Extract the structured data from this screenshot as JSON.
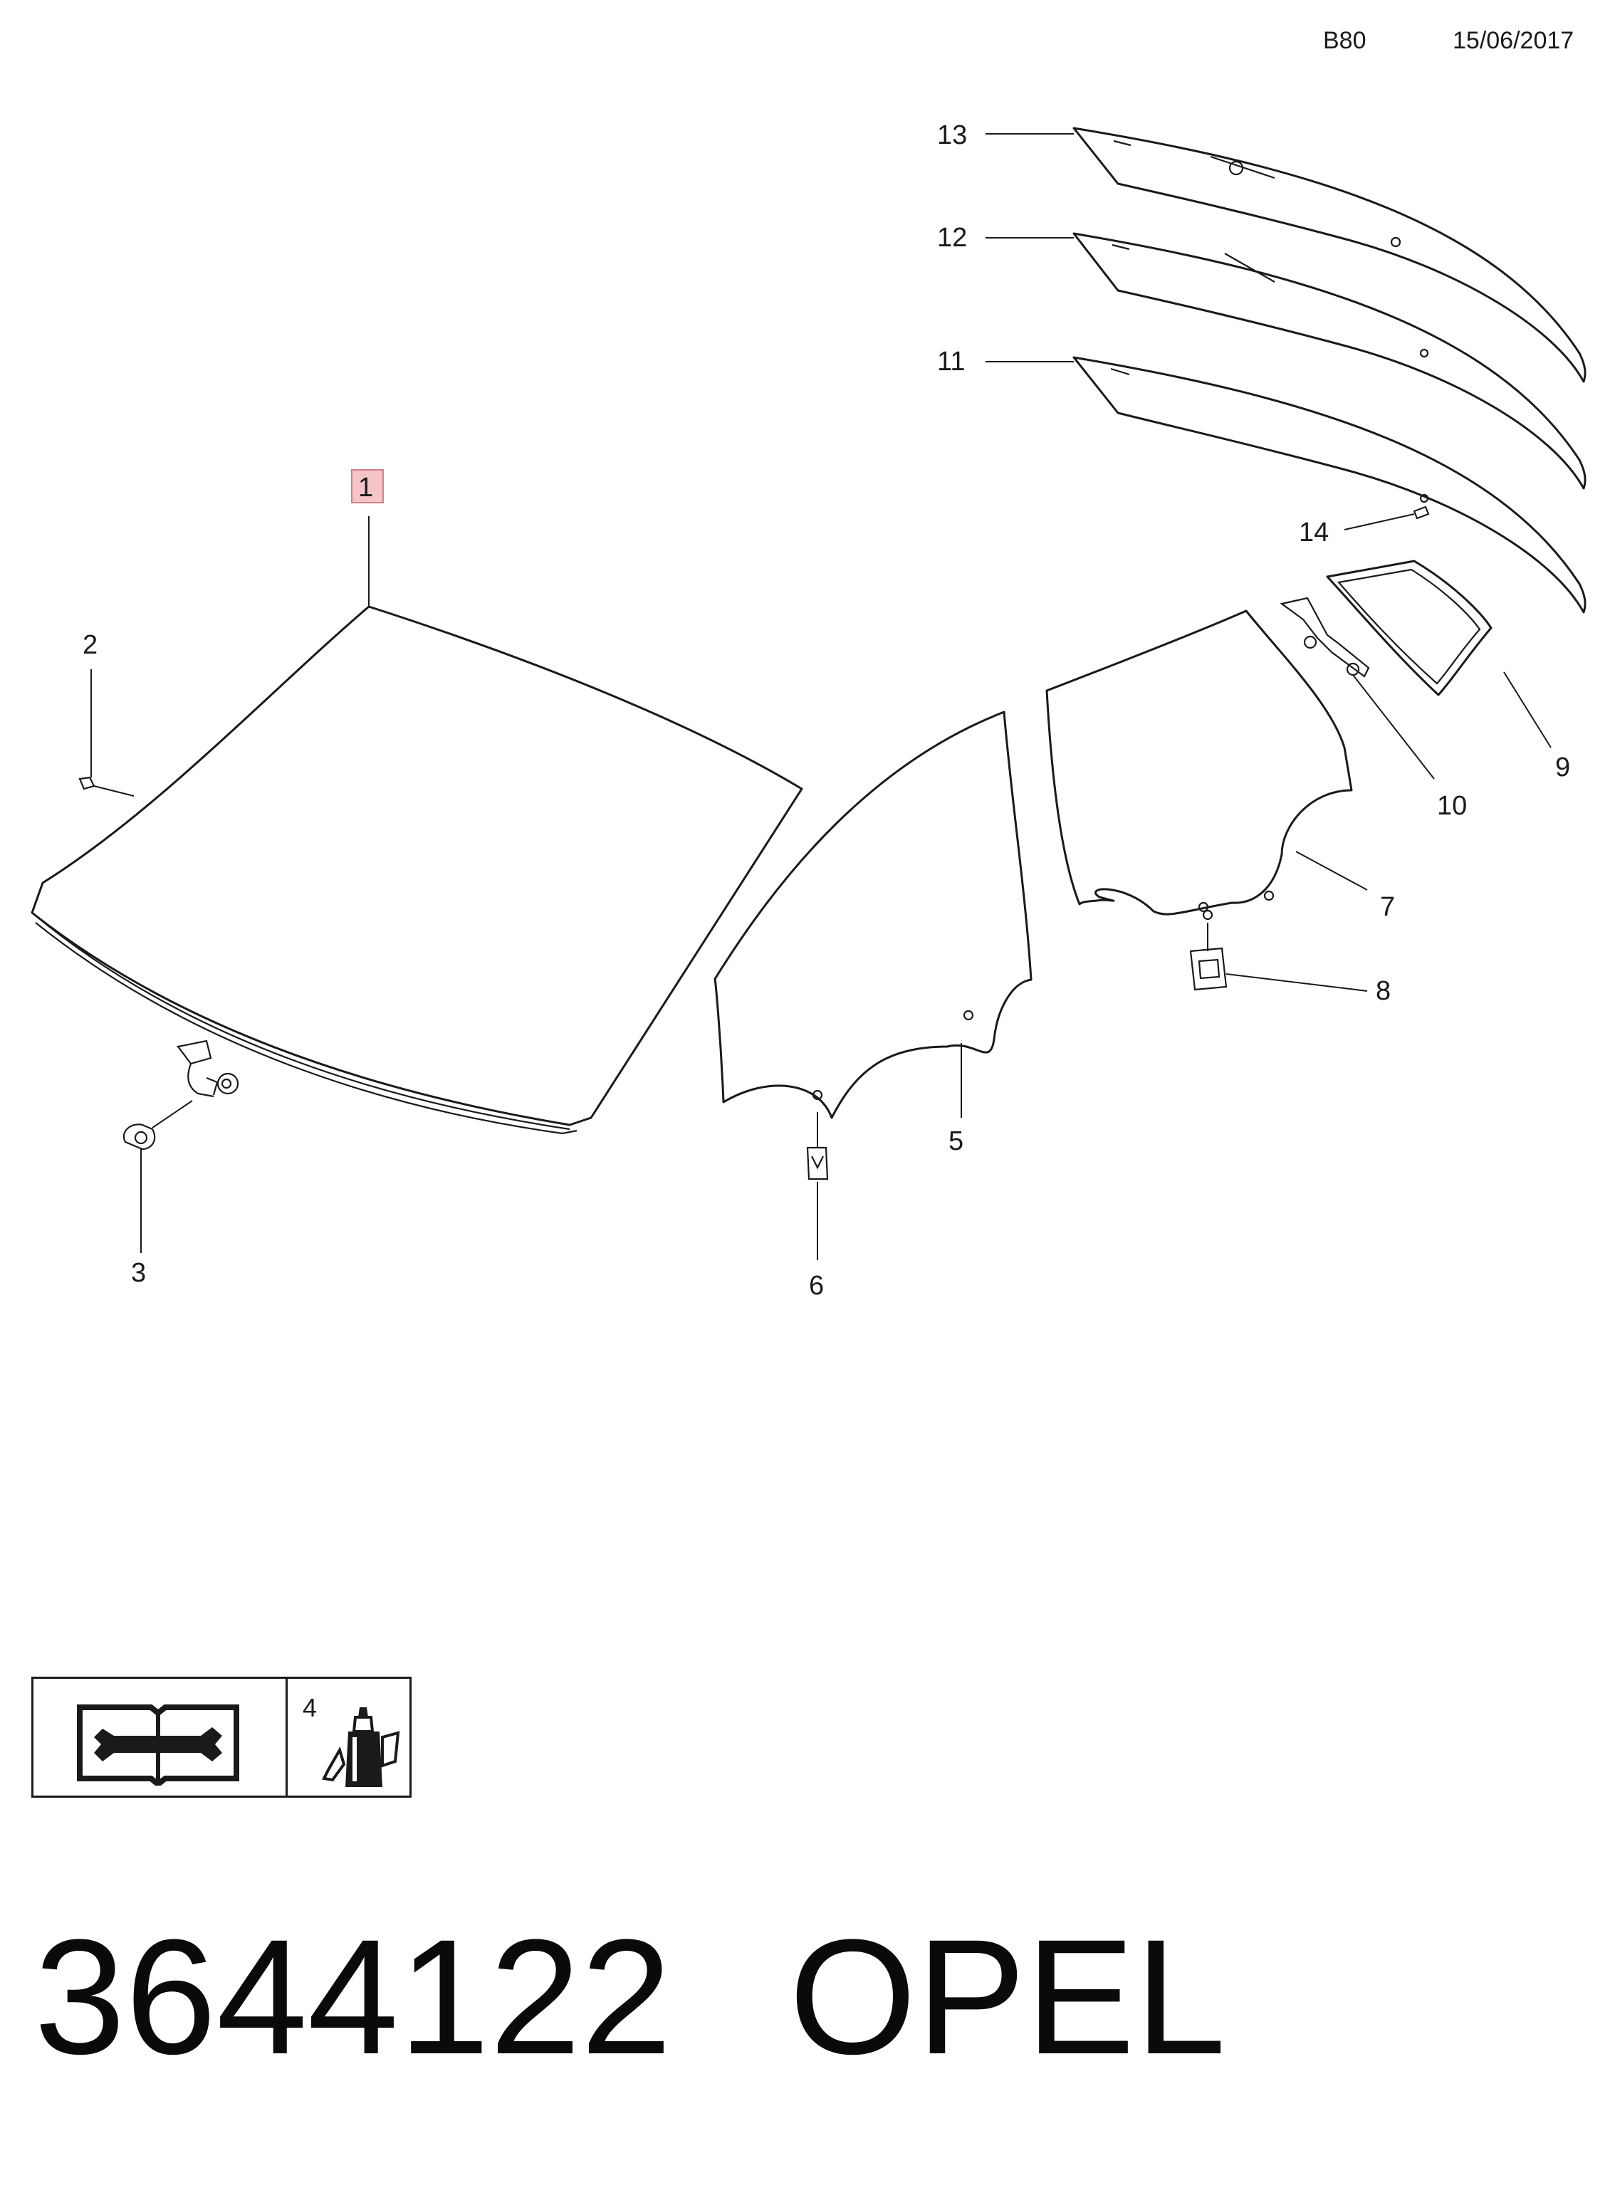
{
  "header": {
    "code": "B80",
    "date": "15/06/2017"
  },
  "callouts": {
    "c1": "1",
    "c2": "2",
    "c3": "3",
    "c5": "5",
    "c6": "6",
    "c7": "7",
    "c8": "8",
    "c9": "9",
    "c10": "10",
    "c11": "11",
    "c12": "12",
    "c13": "13",
    "c14": "14"
  },
  "highlighted_callout": "1",
  "highlight_color": "#f4c4c8",
  "legend": {
    "item_label": "4",
    "icons": [
      "manual-wrench-icon",
      "adhesive-tube-icon"
    ]
  },
  "footer": {
    "part_number": "3644122",
    "brand": "OPEL"
  }
}
